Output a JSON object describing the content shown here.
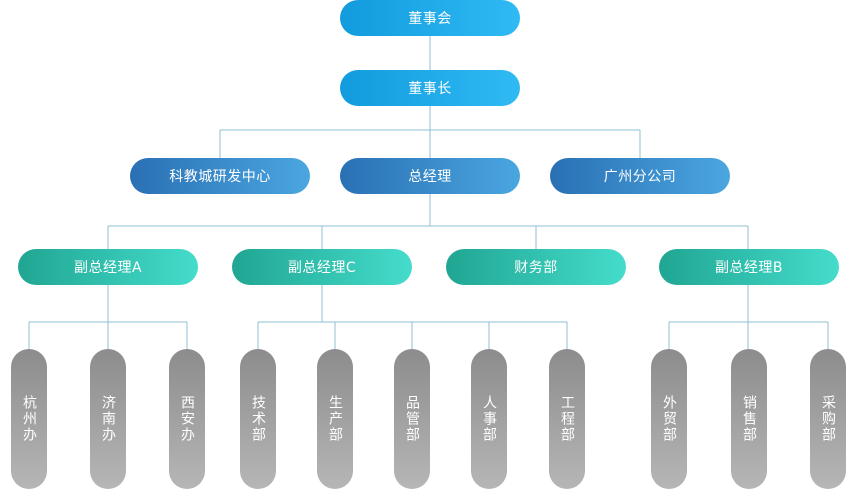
{
  "top": {
    "board": "董事会",
    "chairman": "董事长"
  },
  "level3": {
    "rnd_center": "科教城研发中心",
    "general_manager": "总经理",
    "guangzhou_branch": "广州分公司"
  },
  "level4": {
    "deputy_a": "副总经理A",
    "deputy_c": "副总经理C",
    "finance": "财务部",
    "deputy_b": "副总经理B"
  },
  "departments": {
    "hangzhou": "杭州办",
    "jinan": "济南办",
    "xian": "西安办",
    "tech": "技术部",
    "production": "生产部",
    "quality": "品管部",
    "hr": "人事部",
    "engineering": "工程部",
    "foreign_trade": "外贸部",
    "sales": "销售部",
    "purchasing": "采购部"
  }
}
